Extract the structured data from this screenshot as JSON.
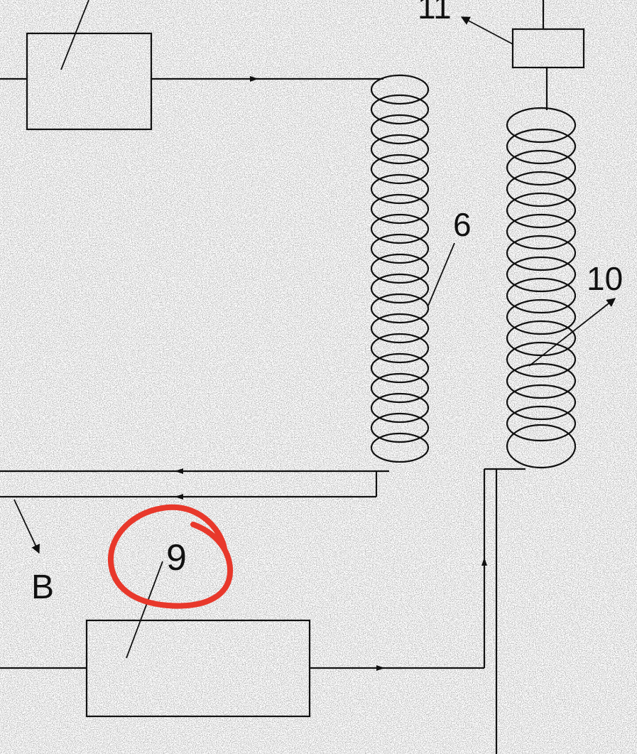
{
  "labels": {
    "coil_a": "6",
    "coil_b": "10",
    "box_top_right": "11",
    "circled": "9",
    "arrow_b": "B"
  },
  "colors": {
    "line": "#111111",
    "annotation": "#e8382b",
    "paper": "#fdfdfd"
  }
}
